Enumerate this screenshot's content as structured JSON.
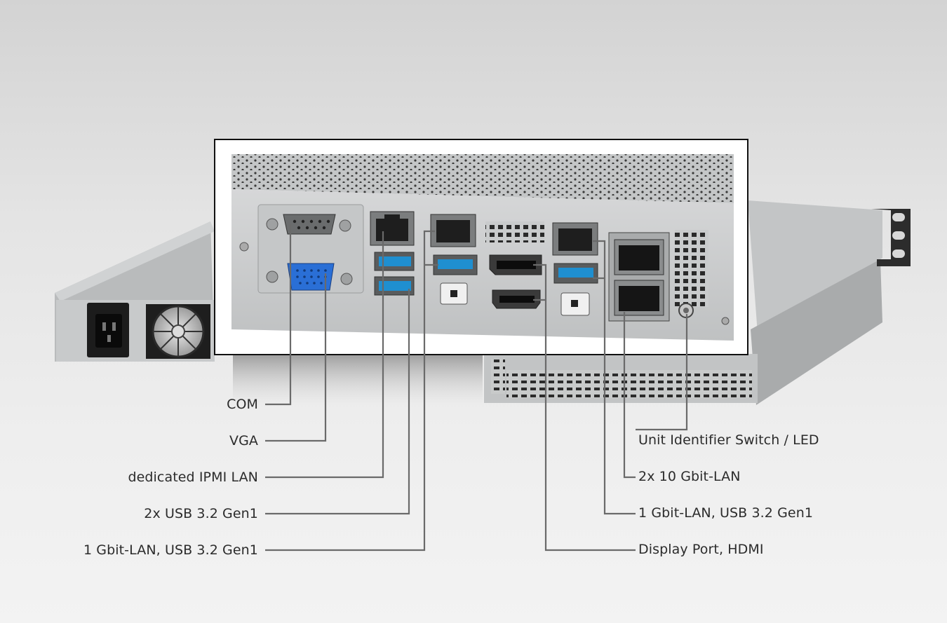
{
  "callouts_left": [
    {
      "id": "com",
      "label": "COM"
    },
    {
      "id": "vga",
      "label": "VGA"
    },
    {
      "id": "ipmi",
      "label": "dedicated IPMI LAN"
    },
    {
      "id": "usb2x",
      "label": "2x USB 3.2 Gen1"
    },
    {
      "id": "lanusb_left",
      "label": "1 Gbit-LAN, USB 3.2 Gen1"
    }
  ],
  "callouts_right": [
    {
      "id": "uid",
      "label": "Unit Identifier Switch / LED"
    },
    {
      "id": "tengbe",
      "label": "2x 10 Gbit-LAN"
    },
    {
      "id": "lanusb_right",
      "label": "1 Gbit-LAN, USB 3.2 Gen1"
    },
    {
      "id": "dphdmi",
      "label": "Display Port, HDMI"
    }
  ],
  "colors": {
    "usb_blue": "#1f8fd0",
    "vga_blue": "#2a6fd6",
    "chassis": "#c9cbcc",
    "leader_line": "#6a6a6a"
  }
}
